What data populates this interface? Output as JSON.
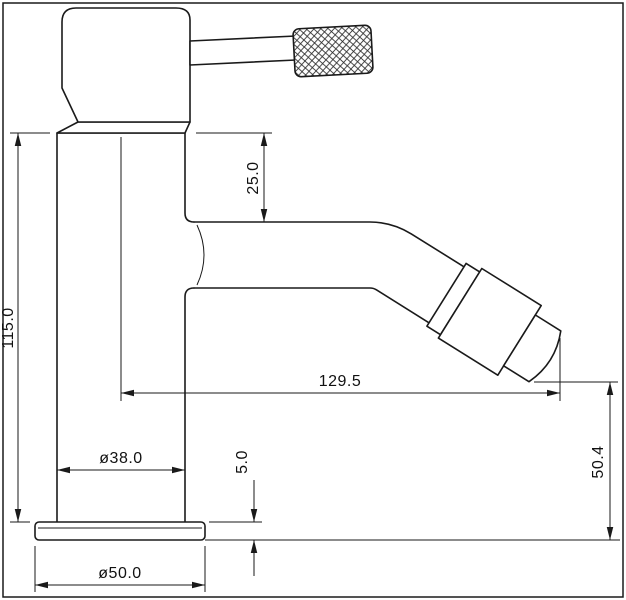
{
  "drawing": {
    "type": "technical-dimension-drawing",
    "subject": "single-lever bidet mixer tap, side elevation",
    "background_color": "#ffffff",
    "line_color": "#1a1a1a"
  },
  "dimensions": {
    "overall_height": "115.0",
    "spout_height_offset": "25.0",
    "spout_reach": "129.5",
    "body_diameter": "ø38.0",
    "base_thickness": "5.0",
    "outlet_height": "50.4",
    "base_diameter": "ø50.0"
  }
}
